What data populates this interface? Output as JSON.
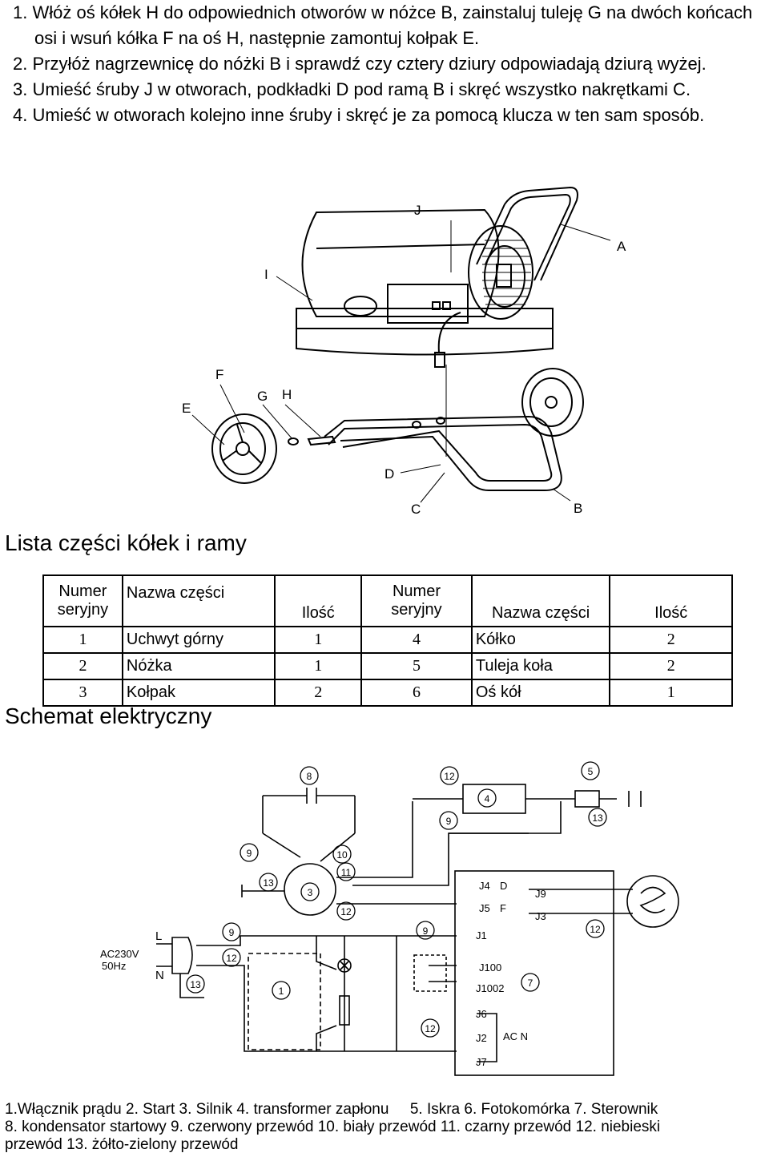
{
  "instructions": [
    "1. Włóż oś kółek H do odpowiednich otworów w nóżce B, zainstaluj tuleję G na dwóch końcach osi i wsuń kółka F na oś H, następnie zamontuj kołpak E.",
    "2. Przyłóż nagrzewnicę do nóżki B i sprawdź czy cztery dziury odpowiadają dziurą wyżej.",
    "3. Umieść śruby J w otworach, podkładki D pod ramą B i skręć wszystko nakrętkami C.",
    "4. Umieść w otworach kolejno inne śruby i skręć je za pomocą klucza w ten sam sposób."
  ],
  "assembly_labels": {
    "A": "A",
    "B": "B",
    "C": "C",
    "D": "D",
    "E": "E",
    "F": "F",
    "G": "G",
    "H": "H",
    "I": "I",
    "J": "J"
  },
  "parts_title": "Lista części kółek i ramy",
  "parts_table": {
    "headers": {
      "num1": "Numer seryjny",
      "name1": "Nazwa części",
      "qty1": "Ilość",
      "num2": "Numer seryjny",
      "name2": "Nazwa części",
      "qty2": "Ilość"
    },
    "rows": [
      {
        "n1": "1",
        "p1": "Uchwyt górny",
        "q1": "1",
        "n2": "4",
        "p2": "Kółko",
        "q2": "2"
      },
      {
        "n1": "2",
        "p1": "Nóżka",
        "q1": "1",
        "n2": "5",
        "p2": "Tuleja koła",
        "q2": "2"
      },
      {
        "n1": "3",
        "p1": "Kołpak",
        "q1": "2",
        "n2": "6",
        "p2": "Oś kół",
        "q2": "1"
      }
    ]
  },
  "schema_title": "Schemat elektryczny",
  "schematic": {
    "supply": "AC230V",
    "freq": "50Hz",
    "L": "L",
    "N": "N",
    "pins": {
      "j4": "J4",
      "j4d": "D",
      "j5": "J5",
      "j5f": "F",
      "j9": "J9",
      "j3": "J3",
      "j1": "J1",
      "j100": "J100",
      "j1002": "J1002",
      "j6": "J6",
      "j2": "J2",
      "j7": "J7",
      "acn": "AC N"
    },
    "circles": {
      "c1": "1",
      "c3": "3",
      "c4": "4",
      "c5": "5",
      "c7": "7",
      "c8": "8",
      "c9": "9",
      "c10": "10",
      "c11": "11",
      "c12": "12",
      "c13": "13"
    }
  },
  "legend": [
    "1.Włącznik prądu 2. Start 3. Silnik 4. transformer zapłonu     5. Iskra 6. Fotokomórka 7. Sterownik",
    "8. kondensator startowy 9. czerwony przewód 10. biały przewód 11. czarny przewód 12. niebieski",
    "przewód 13. żółto-zielony przewód"
  ]
}
